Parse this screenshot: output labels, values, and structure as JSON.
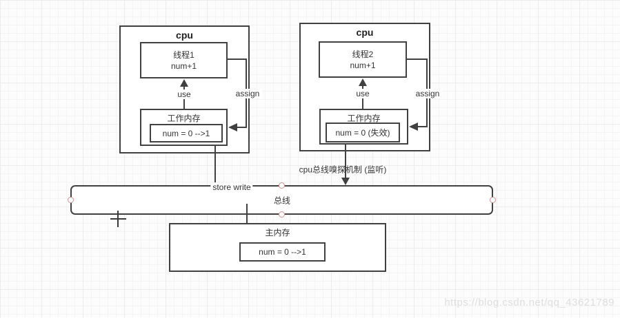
{
  "colors": {
    "stroke": "#404040",
    "text": "#333333",
    "connection_point": "#cc8f8f",
    "canvas_bg": "#fcfcfc",
    "grid_line": "#f4f4f4",
    "watermark": "#dedede"
  },
  "cpu_left": {
    "title": "cpu",
    "thread_line1": "线程1",
    "thread_line2": "num+1",
    "use_label": "use",
    "assign_label": "assign",
    "work_memory_title": "工作内存",
    "work_memory_value": "num = 0 -->1"
  },
  "cpu_right": {
    "title": "cpu",
    "thread_line1": "线程2",
    "thread_line2": "num+1",
    "use_label": "use",
    "assign_label": "assign",
    "work_memory_title": "工作内存",
    "work_memory_value": "num = 0 (失效)"
  },
  "bus": {
    "label": "总线",
    "store_write_label": "store write",
    "sniff_label": "cpu总线嗅探机制 (监听)"
  },
  "main_memory": {
    "title": "主内存",
    "value": "num = 0 -->1"
  },
  "watermark": "https://blog.csdn.net/qq_43621789"
}
